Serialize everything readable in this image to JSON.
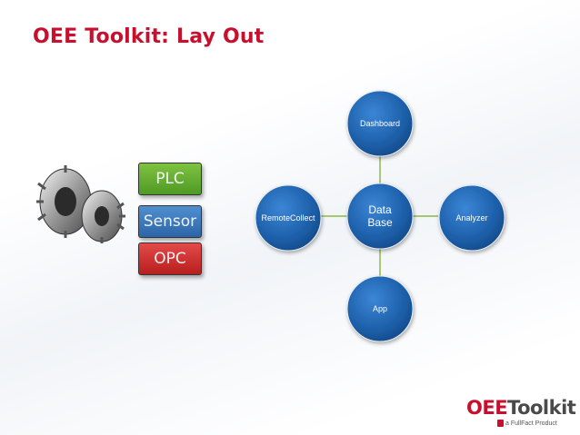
{
  "slide": {
    "title": "OEE Toolkit: Lay Out"
  },
  "sources": [
    {
      "label": "PLC",
      "color": "#5faa30"
    },
    {
      "label": "Sensor",
      "color": "#3a78bd"
    },
    {
      "label": "OPC",
      "color": "#cf2e2e"
    }
  ],
  "hub": {
    "center": "Data\nBase",
    "nodes": {
      "top": "Dashboard",
      "right": "Analyzer",
      "bottom": "App",
      "left": "RemoteCollect"
    }
  },
  "logo": {
    "oee": "OEE",
    "toolkit": "Toolkit",
    "tagline": "a FullFact Product"
  },
  "colors": {
    "title": "#c8102e",
    "node_fill": "#1f63b0",
    "connector": "#8fb846"
  }
}
